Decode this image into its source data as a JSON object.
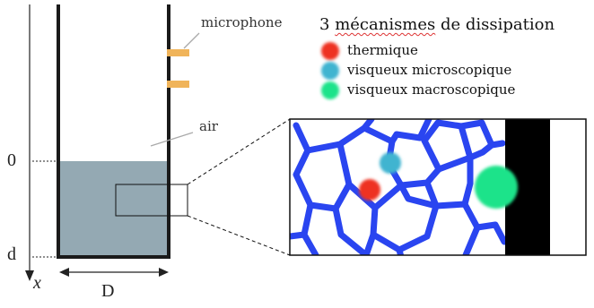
{
  "diagram": {
    "axis": {
      "variable": "x",
      "top_mark": "0",
      "bottom_mark": "d"
    },
    "tube": {
      "width_label": "D",
      "fill_color": "#94a9b3",
      "wall_color": "#1a1a1a"
    },
    "labels": {
      "microphone": "microphone",
      "air": "air"
    },
    "legend": {
      "title_part1": "3 ",
      "title_part2": "mécanismes",
      "title_part3": " de dissipation",
      "items": [
        {
          "label": "thermique",
          "color": "#ee3322"
        },
        {
          "label": "visqueux microscopique",
          "color": "#3fb4d0"
        },
        {
          "label": "visqueux macroscopique",
          "color": "#1fe38a"
        }
      ]
    },
    "zoom": {
      "network_color": "#2a45f0",
      "wall_color": "#000000"
    }
  }
}
